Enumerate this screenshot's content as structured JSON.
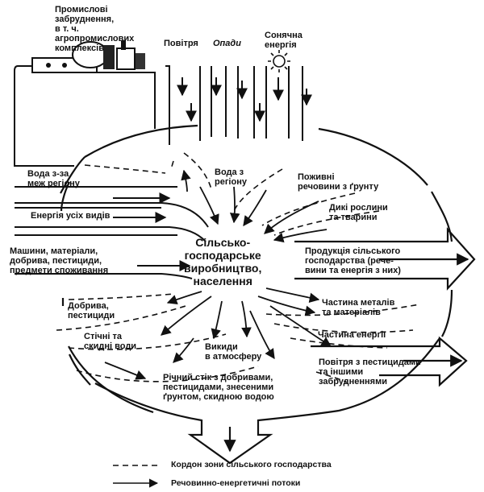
{
  "diagram": {
    "colors": {
      "ink": "#111111",
      "paper": "#ffffff"
    },
    "center": "Сільсько-\nгосподарське\nвиробництво,\nнаселення",
    "top": {
      "industry": "Промислові\nзабруднення,\nв т. ч.\nагропромислових\nкомплексів",
      "air": "Повітря",
      "fallout": "Опади",
      "solar": "Сонячна\nенергія"
    },
    "inputs": {
      "water_outside": "Вода з-за\nмеж регіону",
      "energy": "Енергія усіх видів",
      "machines": "Машини, матеріали,\nдобрива, пестициди,\nпредмети споживання",
      "water_region": "Вода з\nрегіону",
      "soil_nutrients": "Поживні\nречовини з ґрунту",
      "wild": "Дикі рослини\nта тварини"
    },
    "outputs": {
      "products": "Продукція сільського\nгосподарства (рече-\nвини та енергія з них)",
      "metals": "Частина металів\nта матеріалів",
      "energy_part": "Частина енергії",
      "air_pest": "Повітря з пестицидами\nта іншими\nзабрудненнями",
      "fertilizers": "Добрива,\nпестициди",
      "wastewater": "Стічні та\nскидні води",
      "emissions": "Викиди\nв атмосферу",
      "runoff": "Річний стік з добривами,\nпестицидами, знесеними\nґрунтом, скидною водою"
    },
    "legend": {
      "boundary": "Кордон зони сільського господарства",
      "flows": "Речовинно-енергетичні потоки"
    },
    "icons": [
      "factory-icon",
      "sun-icon"
    ]
  }
}
